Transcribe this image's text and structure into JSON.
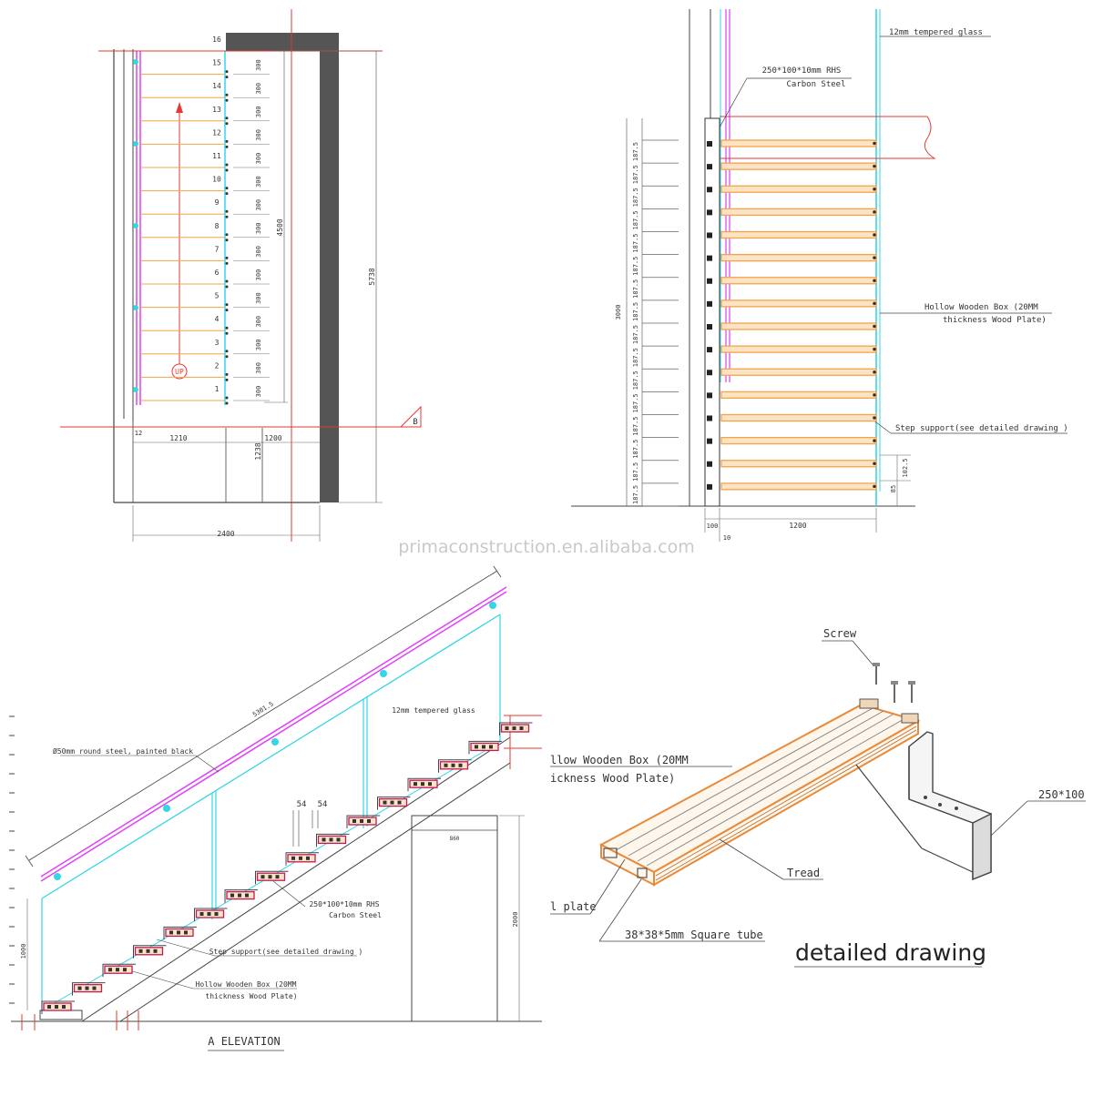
{
  "watermark": "primaconstruction.en.alibaba.com",
  "colors": {
    "line": "#4a4a4a",
    "red": "#e53935",
    "cyan": "#33d6e6",
    "magenta": "#e040fb",
    "orange": "#f4a34a",
    "wall": "#555555",
    "wood": "#e88a3a"
  },
  "plan": {
    "step_numbers": [
      "16",
      "15",
      "14",
      "13",
      "12",
      "11",
      "10",
      "9",
      "8",
      "7",
      "6",
      "5",
      "4",
      "3",
      "2",
      "1"
    ],
    "tread_depth": "300",
    "up_label": "UP",
    "section_marker": "B",
    "dims": {
      "left_width": "1210",
      "right_width": "1200",
      "total_width": "2400",
      "run": "4500",
      "overall": "5738",
      "offset": "12",
      "landing": "1238"
    }
  },
  "section": {
    "rhs_label_1": "250*100*10mm RHS",
    "rhs_label_2": "Carbon Steel",
    "glass_label": "12mm tempered glass",
    "box_label_1": "Hollow Wooden Box (20MM",
    "box_label_2": "thickness Wood Plate)",
    "support_label": "Step support(see detailed drawing )",
    "riser": "187.5",
    "total_height": "3000",
    "small_1": "102.5",
    "small_2": "85",
    "bottom_100": "100",
    "bottom_1200": "1200",
    "bottom_10": "10"
  },
  "elevation": {
    "title": "A ELEVATION",
    "handrail_label": "Ø50mm round steel, painted black",
    "glass_label": "12mm tempered glass",
    "rhs_label_1": "250*100*10mm RHS",
    "rhs_label_2": "Carbon Steel",
    "support_label": "Step support(see detailed drawing )",
    "box_label_1": "Hollow Wooden Box (20MM",
    "box_label_2": "thickness Wood Plate)",
    "dim_54_a": "54",
    "dim_54_b": "54",
    "dim_diag": "5301.5",
    "dim_height": "1000",
    "door_width": "860",
    "door_height": "2000"
  },
  "detail": {
    "title": "detailed drawing",
    "screw_label": "Screw",
    "box_label_1": "llow Wooden Box (20MM",
    "box_label_2": "ickness Wood Plate)",
    "rhs_label": "250*100",
    "tread_label": "Tread",
    "plate_label": "l plate",
    "tube_label": "38*38*5mm Square tube"
  }
}
